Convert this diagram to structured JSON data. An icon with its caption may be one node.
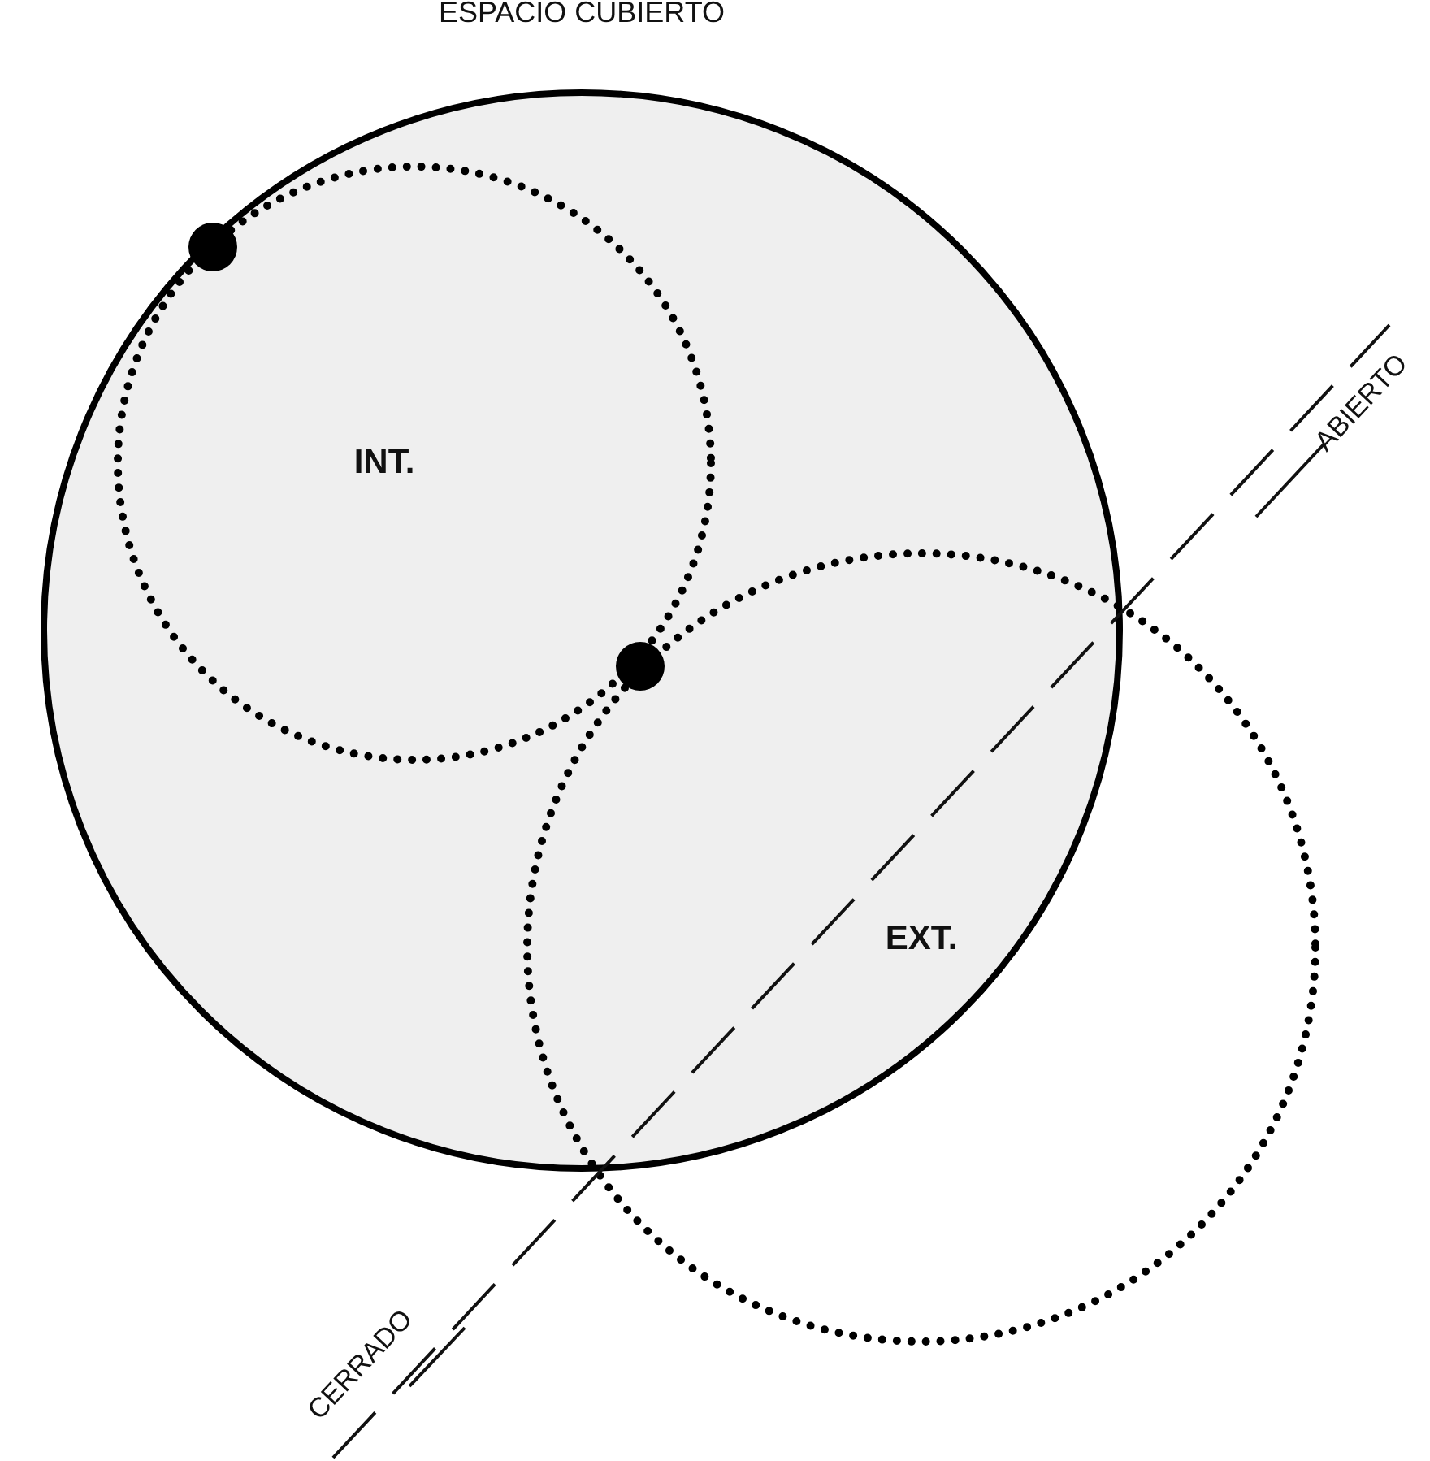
{
  "diagram": {
    "nodes": [
      {
        "text": [
          "ESPACIO CUBIERTO"
        ]
      },
      {
        "text": [
          "INT."
        ],
        "in": 0
      },
      {
        "text": [
          "EXT."
        ]
      }
    ],
    "labels": [
      "ABIERTO",
      "CERRADO"
    ]
  }
}
